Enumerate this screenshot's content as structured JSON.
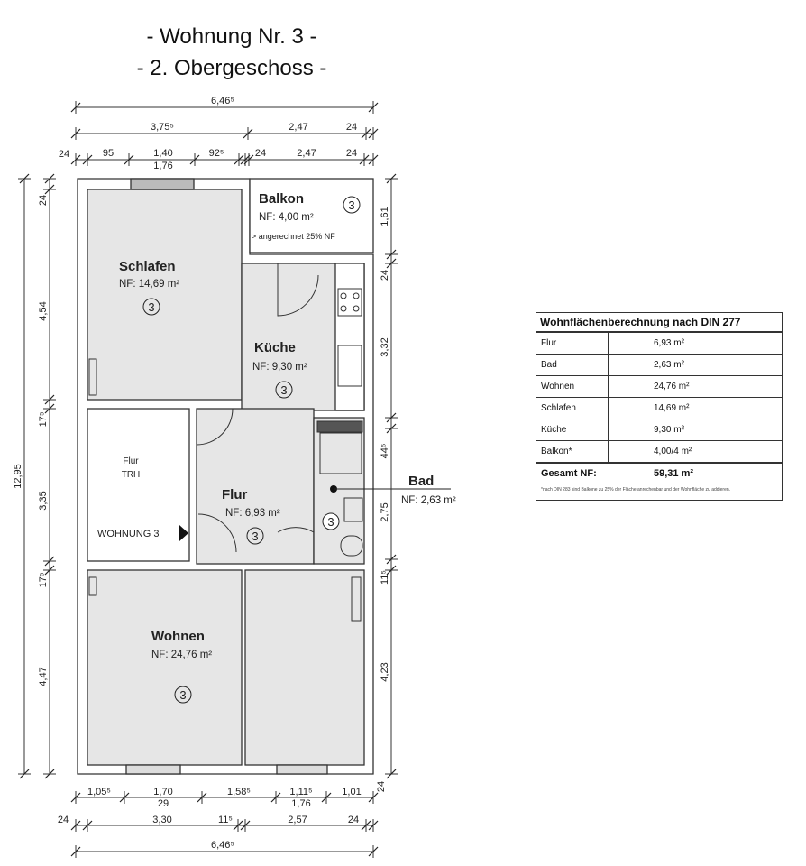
{
  "title": {
    "line1": "- Wohnung Nr. 3 -",
    "line2": "- 2. Obergeschoss -"
  },
  "rooms": {
    "schlafen": {
      "name": "Schlafen",
      "area": "NF: 14,69 m²",
      "unit": "3"
    },
    "balkon": {
      "name": "Balkon",
      "area": "NF: 4,00 m²",
      "note": "> angerechnet 25% NF",
      "unit": "3"
    },
    "kueche": {
      "name": "Küche",
      "area": "NF: 9,30 m²",
      "unit": "3"
    },
    "flur_trh": {
      "name": "Flur",
      "sub": "TRH",
      "entry": "WOHNUNG 3"
    },
    "flur": {
      "name": "Flur",
      "area": "NF: 6,93 m²",
      "unit": "3"
    },
    "bad": {
      "name": "Bad",
      "area": "NF: 2,63 m²",
      "unit": "3"
    },
    "wohnen": {
      "name": "Wohnen",
      "area": "NF: 24,76 m²",
      "unit": "3"
    }
  },
  "dimensions": {
    "top": {
      "row1": [
        "6,46⁵"
      ],
      "row2": [
        "3,75⁵",
        "2,47",
        "24"
      ],
      "row3": [
        "24",
        "95",
        "1,40",
        "1,76",
        "92⁵",
        "24",
        "2,47",
        "24"
      ]
    },
    "bottom": {
      "row1": [
        "1,05⁵",
        "1,70",
        "29",
        "1,58⁵",
        "1,11⁵",
        "1,76",
        "1,01"
      ],
      "row2": [
        "24",
        "3,30",
        "11⁵",
        "2,57",
        "24"
      ],
      "row3": [
        "6,46⁵"
      ]
    },
    "left": {
      "total": "12,95",
      "parts": [
        "24",
        "4,54",
        "17⁵",
        "3,35",
        "17⁵",
        "4,47"
      ]
    },
    "right": {
      "parts": [
        "1,61",
        "24",
        "3,32",
        "44⁵",
        "2,75",
        "11⁵",
        "4,23",
        "24"
      ]
    }
  },
  "table": {
    "title": "Wohnflächenberechnung nach DIN 277",
    "rows": [
      {
        "room": "Flur",
        "area": "6,93 m²"
      },
      {
        "room": "Bad",
        "area": "2,63 m²"
      },
      {
        "room": "Wohnen",
        "area": "24,76 m²"
      },
      {
        "room": "Schlafen",
        "area": "14,69 m²"
      },
      {
        "room": "Küche",
        "area": "9,30 m²"
      },
      {
        "room": "Balkon*",
        "area": "4,00/4 m²"
      }
    ],
    "total_label": "Gesamt NF:",
    "total_value": "59,31 m²",
    "footnote": "*nach DIN 283 sind Balkone zu 25% der Fläche anrechenbar und der Wohnfläche zu addieren."
  }
}
